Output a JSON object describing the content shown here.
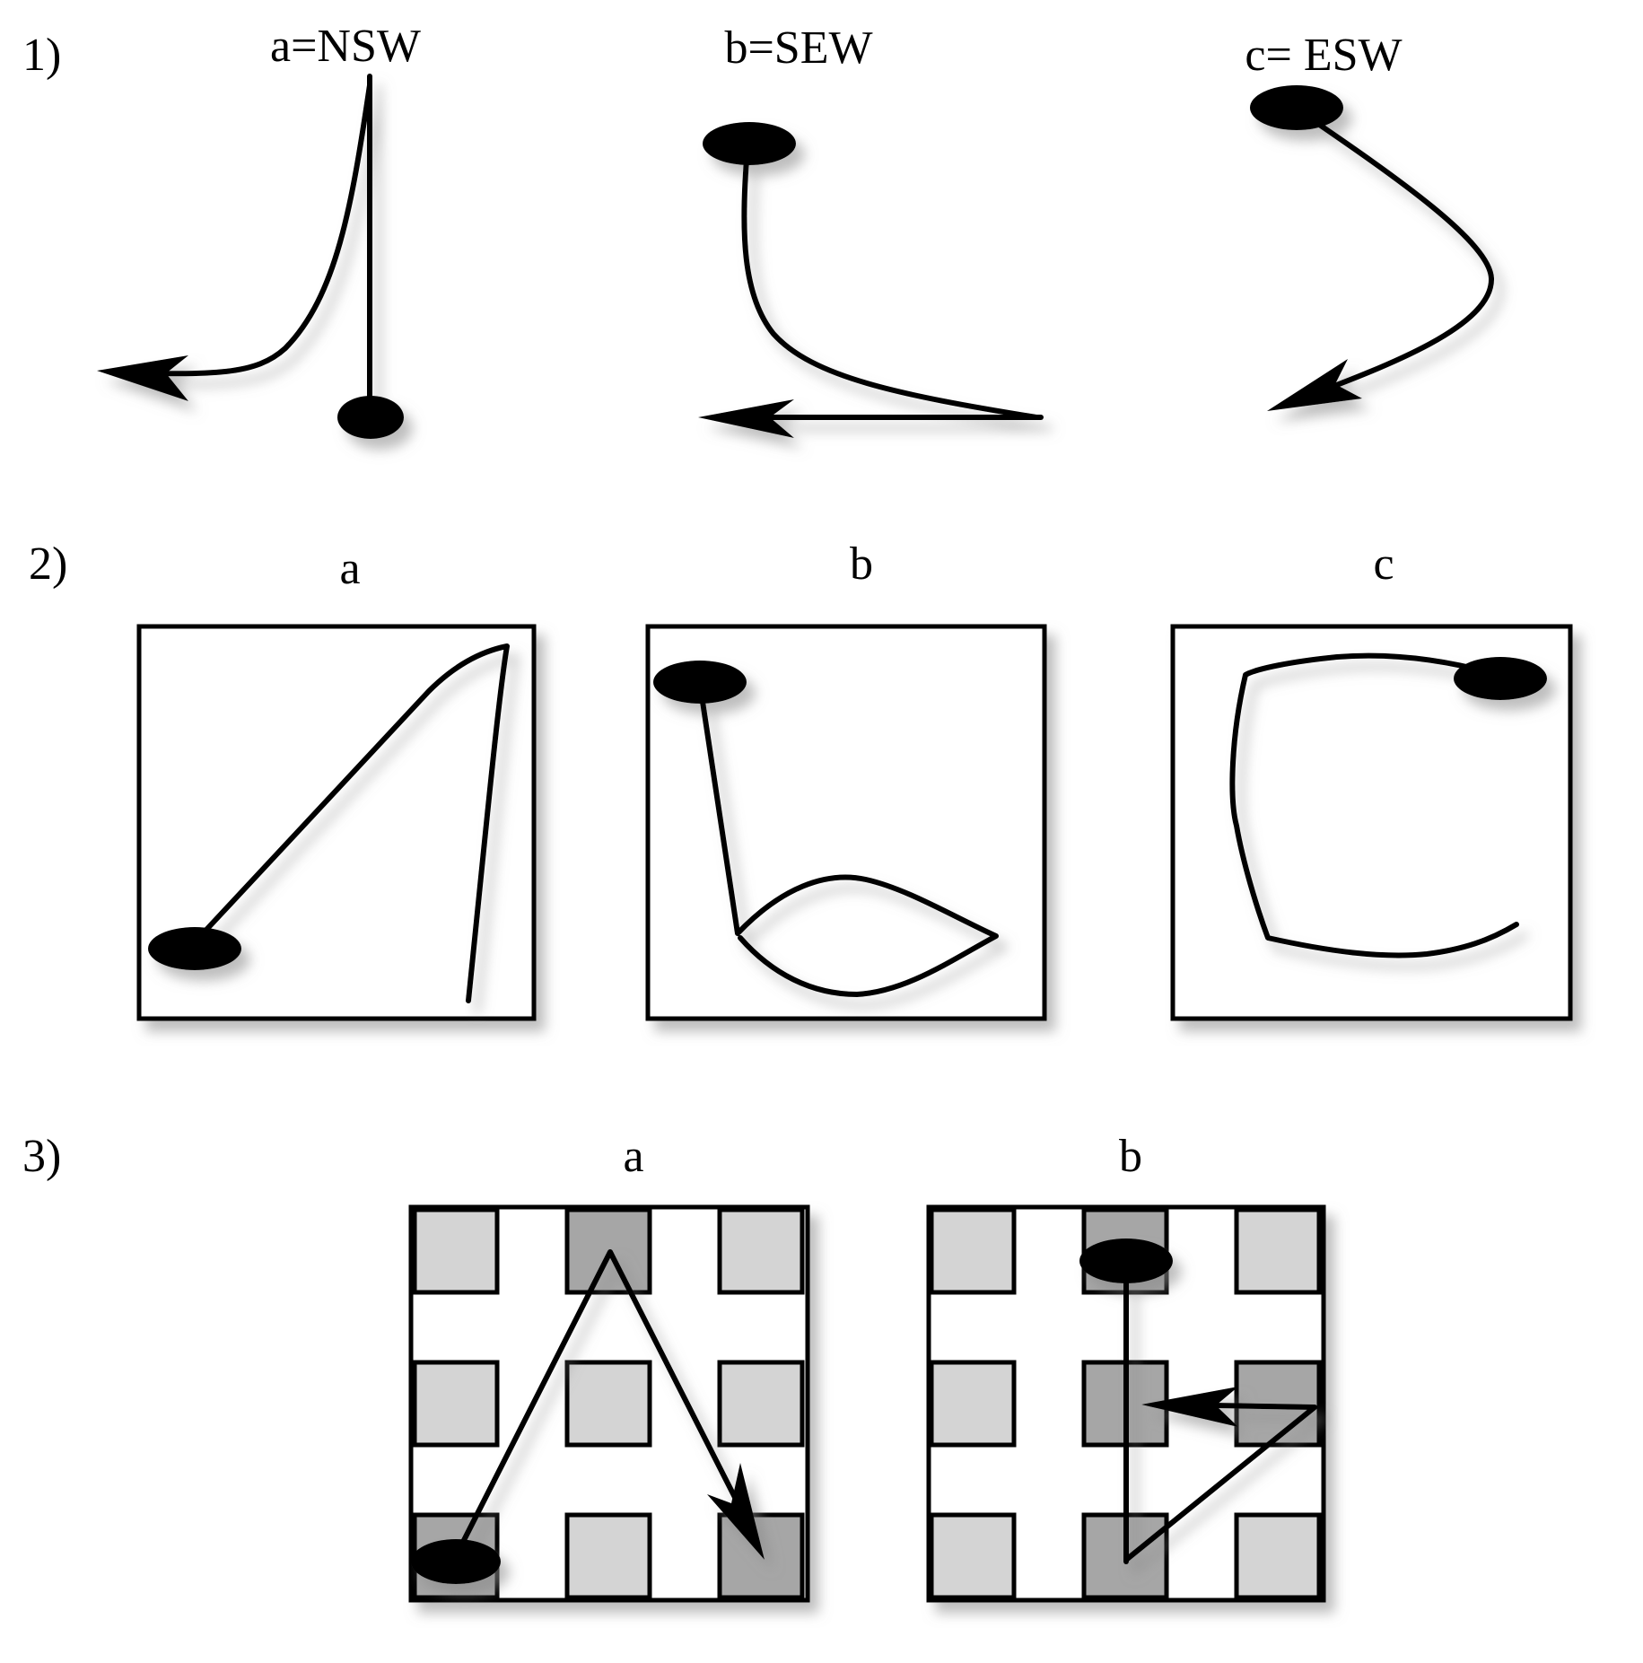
{
  "sections": {
    "one": {
      "number": "1)",
      "labels": {
        "a": "a=NSW",
        "b": "b=SEW",
        "c": "c= ESW"
      }
    },
    "two": {
      "number": "2)",
      "labels": {
        "a": "a",
        "b": "b",
        "c": "c"
      }
    },
    "three": {
      "number": "3)",
      "labels": {
        "a": "a",
        "b": "b"
      },
      "grid": {
        "rows": 3,
        "cols": 3,
        "a_highlighted": [
          [
            0,
            1
          ],
          [
            2,
            0
          ],
          [
            2,
            2
          ]
        ],
        "b_highlighted": [
          [
            0,
            1
          ],
          [
            1,
            1
          ],
          [
            1,
            2
          ],
          [
            2,
            1
          ]
        ]
      }
    }
  },
  "colors": {
    "ink": "#000000",
    "cell_light": "#d4d4d4",
    "cell_dark": "#a6a6a6",
    "shadow": "#888888"
  }
}
